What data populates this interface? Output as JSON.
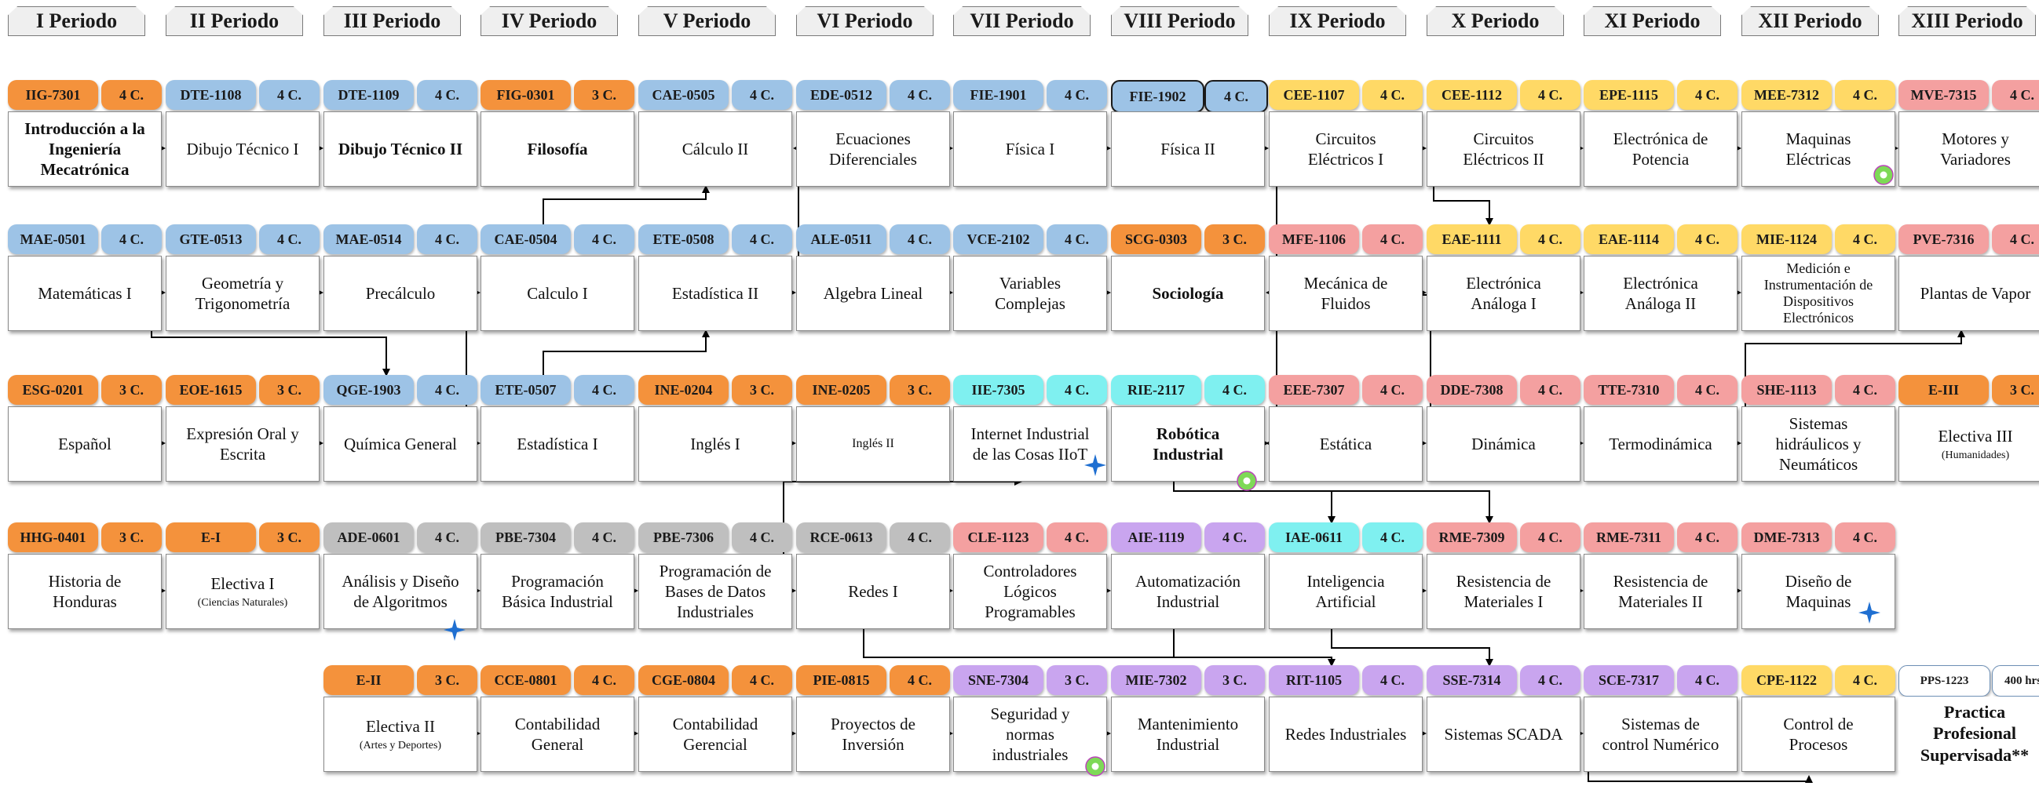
{
  "periods": [
    "I Periodo",
    "II Periodo",
    "III Periodo",
    "IV Periodo",
    "V Periodo",
    "VI Periodo",
    "VII Periodo",
    "VIII Periodo",
    "IX Periodo",
    "X Periodo",
    "XI Periodo",
    "XII Periodo",
    "XIII Periodo"
  ],
  "colors": {
    "blue": "#9dc3e6",
    "orange": "#f4923c",
    "gray": "#bfbfbf",
    "cyan": "#7ff0f0",
    "yellow": "#ffd966",
    "pink": "#f4a0a0",
    "purple": "#c9a5ef",
    "green_ring": "#7ed957",
    "accent_star": "#1f6fd1",
    "highlight_border": "#1a1a1a"
  },
  "courses": [
    {
      "code": "IIG-7301",
      "credits": "4 C.",
      "name": [
        "Introducción a la",
        "Ingeniería",
        "Mecatrónica"
      ],
      "color": "orange"
    },
    {
      "code": "DTE-1108",
      "credits": "4 C.",
      "name": [
        "Dibujo Técnico I"
      ],
      "color": "blue"
    },
    {
      "code": "DTE-1109",
      "credits": "4 C.",
      "name": [
        "Dibujo Técnico II"
      ],
      "color": "blue"
    },
    {
      "code": "FIG-0301",
      "credits": "3 C.",
      "name": [
        "Filosofía"
      ],
      "color": "orange"
    },
    {
      "code": "CAE-0505",
      "credits": "4 C.",
      "name": [
        "Cálculo II"
      ],
      "color": "blue"
    },
    {
      "code": "EDE-0512",
      "credits": "4 C.",
      "name": [
        "Ecuaciones",
        "Diferenciales"
      ],
      "color": "blue"
    },
    {
      "code": "FIE-1901",
      "credits": "4 C.",
      "name": [
        "Física I"
      ],
      "color": "blue"
    },
    {
      "code": "FIE-1902",
      "credits": "4 C.",
      "name": [
        "Física II"
      ],
      "color": "blue"
    },
    {
      "code": "CEE-1107",
      "credits": "4 C.",
      "name": [
        "Circuitos",
        "Eléctricos I"
      ],
      "color": "yellow"
    },
    {
      "code": "CEE-1112",
      "credits": "4 C.",
      "name": [
        "Circuitos",
        "Eléctricos II"
      ],
      "color": "yellow"
    },
    {
      "code": "EPE-1115",
      "credits": "4 C.",
      "name": [
        "Electrónica de",
        "Potencia"
      ],
      "color": "yellow"
    },
    {
      "code": "MEE-7312",
      "credits": "4 C.",
      "name": [
        "Maquinas",
        "Eléctricas"
      ],
      "color": "yellow"
    },
    {
      "code": "MVE-7315",
      "credits": "4 C.",
      "name": [
        "Motores y",
        "Variadores"
      ],
      "color": "pink"
    },
    {
      "code": "MAE-0501",
      "credits": "4 C.",
      "name": [
        "Matemáticas I"
      ],
      "color": "blue"
    },
    {
      "code": "GTE-0513",
      "credits": "4 C.",
      "name": [
        "Geometría y",
        "Trigonometría"
      ],
      "color": "blue"
    },
    {
      "code": "MAE-0514",
      "credits": "4 C.",
      "name": [
        "Precálculo"
      ],
      "color": "blue"
    },
    {
      "code": "CAE-0504",
      "credits": "4 C.",
      "name": [
        "Calculo I"
      ],
      "color": "blue"
    },
    {
      "code": "ETE-0508",
      "credits": "4 C.",
      "name": [
        "Estadística II"
      ],
      "color": "blue"
    },
    {
      "code": "ALE-0511",
      "credits": "4 C.",
      "name": [
        "Algebra Lineal"
      ],
      "color": "blue"
    },
    {
      "code": "VCE-2102",
      "credits": "4 C.",
      "name": [
        "Variables",
        "Complejas"
      ],
      "color": "blue"
    },
    {
      "code": "SCG-0303",
      "credits": "3 C.",
      "name": [
        "Sociología"
      ],
      "color": "orange"
    },
    {
      "code": "MFE-1106",
      "credits": "4 C.",
      "name": [
        "Mecánica de",
        "Fluidos"
      ],
      "color": "pink"
    },
    {
      "code": "EAE-1111",
      "credits": "4 C.",
      "name": [
        "Electrónica",
        "Análoga I"
      ],
      "color": "yellow"
    },
    {
      "code": "EAE-1114",
      "credits": "4 C.",
      "name": [
        "Electrónica",
        "Análoga II"
      ],
      "color": "yellow"
    },
    {
      "code": "MIE-1124",
      "credits": "4 C.",
      "name": [
        "Medición e",
        "Instrumentación de",
        "Dispositivos",
        "Electrónicos"
      ],
      "color": "yellow"
    },
    {
      "code": "PVE-7316",
      "credits": "4 C.",
      "name": [
        "Plantas de Vapor"
      ],
      "color": "pink"
    },
    {
      "code": "ESG-0201",
      "credits": "3 C.",
      "name": [
        "Español"
      ],
      "color": "orange"
    },
    {
      "code": "EOE-1615",
      "credits": "3 C.",
      "name": [
        "Expresión Oral y",
        "Escrita"
      ],
      "color": "orange"
    },
    {
      "code": "QGE-1903",
      "credits": "4 C.",
      "name": [
        "Química General"
      ],
      "color": "blue"
    },
    {
      "code": "ETE-0507",
      "credits": "4 C.",
      "name": [
        "Estadística I"
      ],
      "color": "blue"
    },
    {
      "code": "INE-0204",
      "credits": "3 C.",
      "name": [
        "Inglés I"
      ],
      "color": "orange"
    },
    {
      "code": "INE-0205",
      "credits": "3 C.",
      "name": [
        "Inglés II"
      ],
      "color": "orange"
    },
    {
      "code": "IIE-7305",
      "credits": "4 C.",
      "name": [
        "Internet Industrial",
        "de las Cosas IIoT"
      ],
      "color": "cyan"
    },
    {
      "code": "RIE-2117",
      "credits": "4 C.",
      "name": [
        "Robótica",
        "Industrial"
      ],
      "color": "cyan"
    },
    {
      "code": "EEE-7307",
      "credits": "4 C.",
      "name": [
        "Estática"
      ],
      "color": "pink"
    },
    {
      "code": "DDE-7308",
      "credits": "4 C.",
      "name": [
        "Dinámica"
      ],
      "color": "pink"
    },
    {
      "code": "TTE-7310",
      "credits": "4 C.",
      "name": [
        "Termodinámica"
      ],
      "color": "pink"
    },
    {
      "code": "SHE-1113",
      "credits": "4 C.",
      "name": [
        "Sistemas",
        "hidráulicos y",
        "Neumáticos"
      ],
      "color": "pink"
    },
    {
      "code": "E-III",
      "credits": "3 C.",
      "name": [
        "Electiva III"
      ],
      "note": "(Humanidades)",
      "color": "orange"
    },
    {
      "code": "HHG-0401",
      "credits": "3 C.",
      "name": [
        "Historia de",
        "Honduras"
      ],
      "color": "orange"
    },
    {
      "code": "E-I",
      "credits": "3 C.",
      "name": [
        "Electiva I"
      ],
      "note": "(Ciencias Naturales)",
      "color": "orange"
    },
    {
      "code": "ADE-0601",
      "credits": "4 C.",
      "name": [
        "Análisis y Diseño",
        "de Algoritmos"
      ],
      "color": "gray"
    },
    {
      "code": "PBE-7304",
      "credits": "4 C.",
      "name": [
        "Programación",
        "Básica Industrial"
      ],
      "color": "gray"
    },
    {
      "code": "PBE-7306",
      "credits": "4 C.",
      "name": [
        "Programación de",
        "Bases de Datos",
        "Industriales"
      ],
      "color": "gray"
    },
    {
      "code": "RCE-0613",
      "credits": "4 C.",
      "name": [
        "Redes I"
      ],
      "color": "gray"
    },
    {
      "code": "CLE-1123",
      "credits": "4 C.",
      "name": [
        "Controladores",
        "Lógicos",
        "Programables"
      ],
      "color": "pink"
    },
    {
      "code": "AIE-1119",
      "credits": "4 C.",
      "name": [
        "Automatización",
        "Industrial"
      ],
      "color": "purple"
    },
    {
      "code": "IAE-0611",
      "credits": "4 C.",
      "name": [
        "Inteligencia",
        "Artificial"
      ],
      "color": "cyan"
    },
    {
      "code": "RME-7309",
      "credits": "4 C.",
      "name": [
        "Resistencia de",
        "Materiales I"
      ],
      "color": "pink"
    },
    {
      "code": "RME-7311",
      "credits": "4 C.",
      "name": [
        "Resistencia de",
        "Materiales II"
      ],
      "color": "pink"
    },
    {
      "code": "DME-7313",
      "credits": "4 C.",
      "name": [
        "Diseño de",
        "Maquinas"
      ],
      "color": "pink"
    },
    {
      "code": "E-II",
      "credits": "3 C.",
      "name": [
        "Electiva II"
      ],
      "note": "(Artes y Deportes)",
      "color": "orange"
    },
    {
      "code": "CCE-0801",
      "credits": "4 C.",
      "name": [
        "Contabilidad",
        "General"
      ],
      "color": "orange"
    },
    {
      "code": "CGE-0804",
      "credits": "4 C.",
      "name": [
        "Contabilidad",
        "Gerencial"
      ],
      "color": "orange"
    },
    {
      "code": "PIE-0815",
      "credits": "4 C.",
      "name": [
        "Proyectos de",
        "Inversión"
      ],
      "color": "orange"
    },
    {
      "code": "SNE-7304",
      "credits": "3 C.",
      "name": [
        "Seguridad y",
        "normas",
        "industriales"
      ],
      "color": "purple"
    },
    {
      "code": "MIE-7302",
      "credits": "3 C.",
      "name": [
        "Mantenimiento",
        "Industrial"
      ],
      "color": "purple"
    },
    {
      "code": "RIT-1105",
      "credits": "4 C.",
      "name": [
        "Redes Industriales"
      ],
      "color": "purple"
    },
    {
      "code": "SSE-7314",
      "credits": "4 C.",
      "name": [
        "Sistemas SCADA"
      ],
      "color": "purple"
    },
    {
      "code": "SCE-7317",
      "credits": "4 C.",
      "name": [
        "Sistemas de",
        "control Numérico"
      ],
      "color": "purple"
    },
    {
      "code": "CPE-1122",
      "credits": "4 C.",
      "name": [
        "Control de",
        "Procesos"
      ],
      "color": "yellow"
    },
    {
      "code": "PPS-1223",
      "credits": "400 hrs",
      "name": [
        "Practica",
        "Profesional",
        "Supervisada**"
      ],
      "color": "white"
    }
  ],
  "markers": [
    "green-ring-icon",
    "green-ring-icon",
    "green-ring-icon",
    "blue-star-icon",
    "blue-star-icon",
    "blue-star-icon"
  ]
}
